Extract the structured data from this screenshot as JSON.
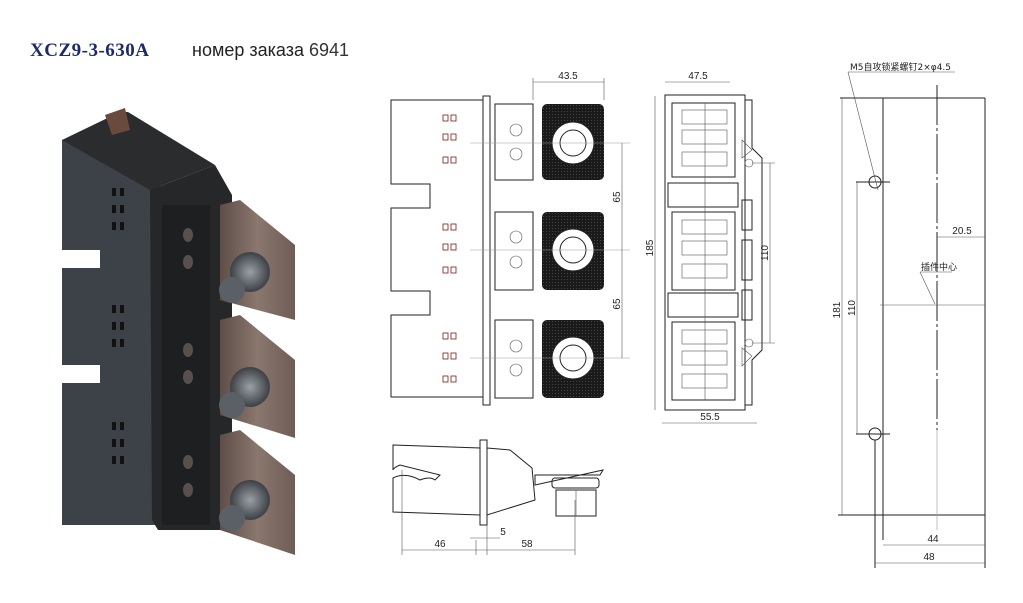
{
  "header": {
    "model": "XCZ9-3-630A",
    "order_label": "номер заказа",
    "order_number": "6941"
  },
  "front_view": {
    "width_dim": "43.5",
    "pitch_dim_1": "65",
    "pitch_dim_2": "65"
  },
  "side_view": {
    "height_dim": "185",
    "top_width_dim": "47.5",
    "bottom_width_dim": "55.5",
    "hole_pitch_dim": "110"
  },
  "bottom_view": {
    "dim_left": "46",
    "dim_gap": "5",
    "dim_right": "58"
  },
  "mounting_view": {
    "screw_note": "M5自攻锁紧螺钉2×φ4.5",
    "center_note": "插件中心",
    "height_dim": "181",
    "hole_pitch_dim": "110",
    "offset_dim": "20.5",
    "inner_width_dim": "44",
    "outer_width_dim": "48"
  },
  "colors": {
    "title": "#1f2a6e",
    "body_dark": "#3a3d44",
    "copper": "#7d6a62",
    "terminal_black": "#1a1a1a"
  }
}
